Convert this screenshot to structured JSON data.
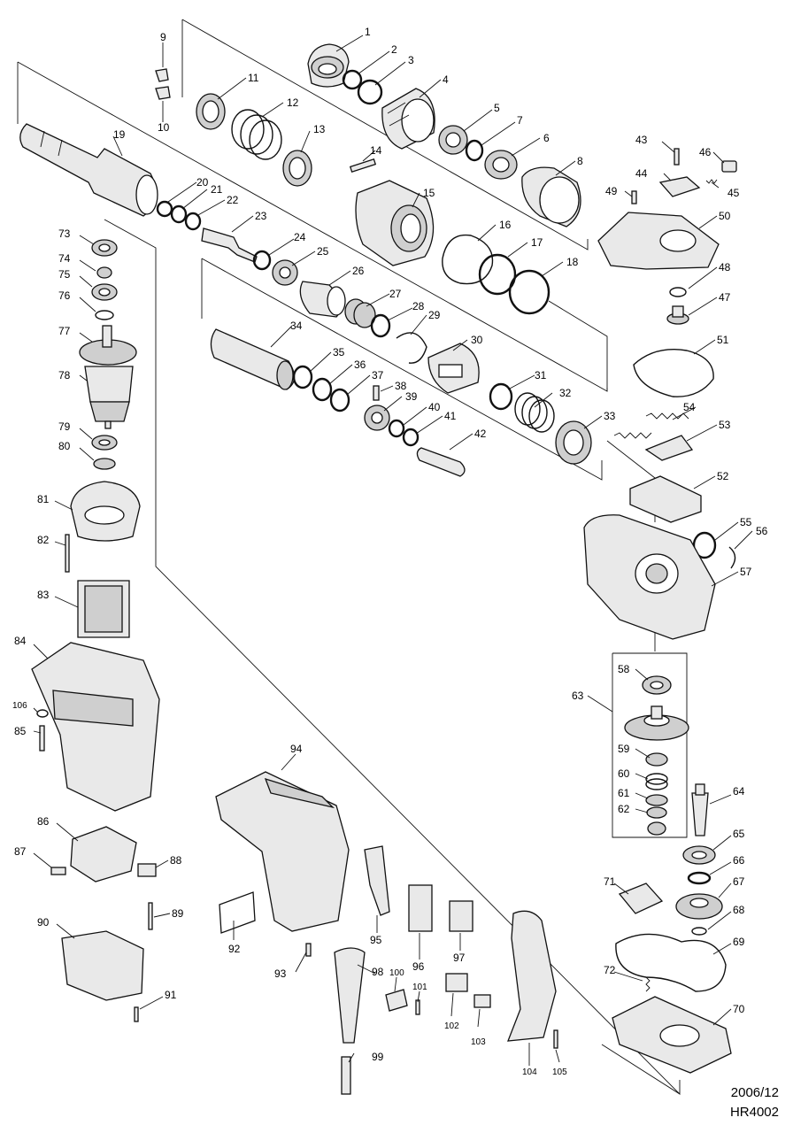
{
  "footer": {
    "date": "2006/12",
    "model": "HR4002"
  },
  "part_numbers": [
    "1",
    "2",
    "3",
    "4",
    "5",
    "6",
    "7",
    "8",
    "9",
    "10",
    "11",
    "12",
    "13",
    "14",
    "15",
    "16",
    "17",
    "18",
    "19",
    "20",
    "21",
    "22",
    "23",
    "24",
    "25",
    "26",
    "27",
    "28",
    "29",
    "30",
    "31",
    "32",
    "33",
    "34",
    "35",
    "36",
    "37",
    "38",
    "39",
    "40",
    "41",
    "42",
    "43",
    "44",
    "45",
    "46",
    "47",
    "48",
    "49",
    "50",
    "51",
    "52",
    "53",
    "54",
    "55",
    "56",
    "57",
    "58",
    "59",
    "60",
    "61",
    "62",
    "63",
    "64",
    "65",
    "66",
    "67",
    "68",
    "69",
    "70",
    "71",
    "72",
    "73",
    "74",
    "75",
    "76",
    "77",
    "78",
    "79",
    "80",
    "81",
    "82",
    "83",
    "84",
    "85",
    "86",
    "87",
    "88",
    "89",
    "90",
    "91",
    "92",
    "93",
    "94",
    "95",
    "96",
    "97",
    "98",
    "99",
    "100",
    "101",
    "102",
    "103",
    "104",
    "105",
    "106"
  ]
}
